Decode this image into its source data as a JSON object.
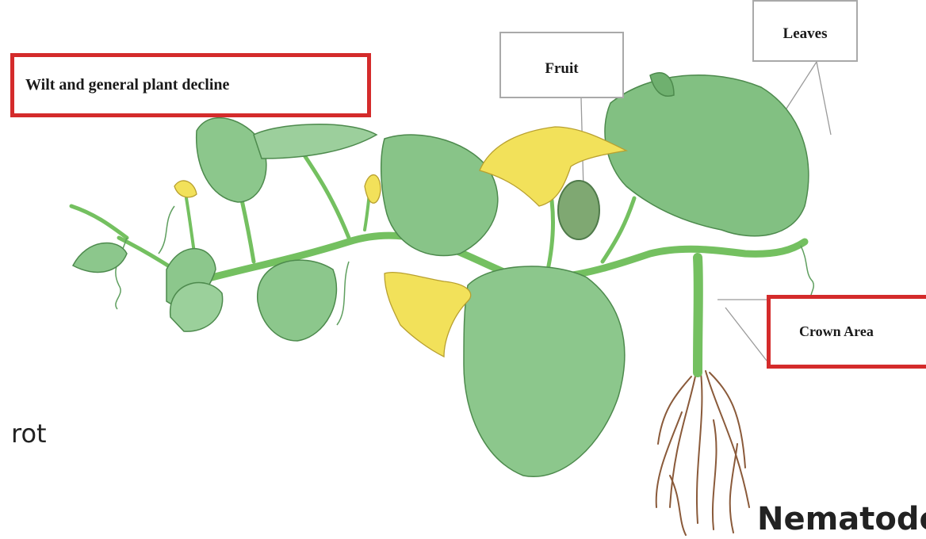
{
  "labels": {
    "wilt": "Wilt and general plant decline",
    "fruit": "Fruit",
    "leaves": "Leaves",
    "crown": "Crown Area"
  },
  "side_text": {
    "rot": "rot",
    "nematodes": "Nematodes"
  },
  "colors": {
    "leaf": "#8cc78c",
    "leaf_dark": "#6fb06f",
    "stem": "#74c060",
    "flower": "#f2e15a",
    "root": "#8a5a3a",
    "fruit": "#7fa872",
    "label_red": "#d42b2b",
    "label_gray": "#a9a9a9"
  }
}
